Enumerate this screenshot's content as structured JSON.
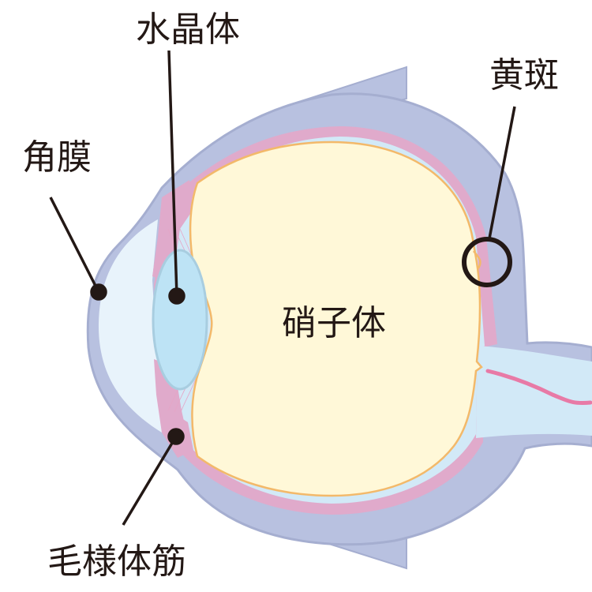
{
  "title": "Eye cross-section",
  "labels": {
    "lens": "水晶体",
    "macula": "黄斑",
    "cornea": "角膜",
    "vitreous": "硝子体",
    "ciliary_muscle": "毛様体筋"
  },
  "colors": {
    "sclera": "#b8c1e0",
    "choroid": "#e0aacb",
    "retina": "#d2e9f7",
    "vitreous": "#fff8d8",
    "vitreous_edge": "#f3b96a",
    "lens": "#bde3f5",
    "cornea": "#e8f3fb",
    "vessel": "#e87aa6",
    "ink": "#231815"
  }
}
